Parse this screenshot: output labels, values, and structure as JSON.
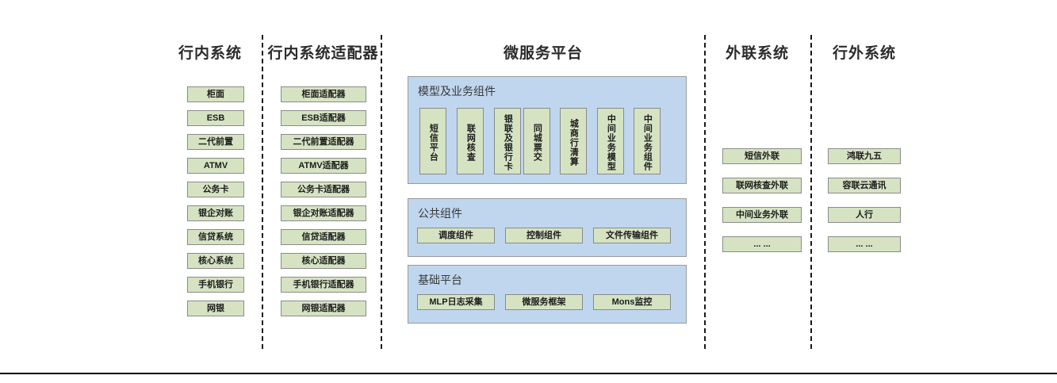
{
  "columns": {
    "internal_systems": {
      "title": "行内系统",
      "items": [
        "柜面",
        "ESB",
        "二代前置",
        "ATMV",
        "公务卡",
        "银企对账",
        "信贷系统",
        "核心系统",
        "手机银行",
        "网银"
      ]
    },
    "internal_adapters": {
      "title": "行内系统适配器",
      "items": [
        "柜面适配器",
        "ESB适配器",
        "二代前置适配器",
        "ATMV适配器",
        "公务卡适配器",
        "银企对账适配器",
        "信贷适配器",
        "核心适配器",
        "手机银行适配器",
        "网银适配器"
      ]
    },
    "microservice_platform": {
      "title": "微服务平台",
      "panels": [
        {
          "title": "模型及业务组件",
          "orientation": "vertical",
          "items": [
            "短信平台",
            "联网核查",
            "银联及银行卡",
            "同城票交",
            "城商行清算",
            "中间业务模型",
            "中间业务组件"
          ]
        },
        {
          "title": "公共组件",
          "orientation": "horizontal",
          "items": [
            "调度组件",
            "控制组件",
            "文件传输组件"
          ]
        },
        {
          "title": "基础平台",
          "orientation": "horizontal",
          "items": [
            "MLP日志采集",
            "微服务框架",
            "Mons监控"
          ]
        }
      ]
    },
    "external_link_systems": {
      "title": "外联系统",
      "items": [
        "短信外联",
        "联网核查外联",
        "中间业务外联",
        "... ..."
      ]
    },
    "outside_bank_systems": {
      "title": "行外系统",
      "items": [
        "鸿联九五",
        "容联云通讯",
        "人行",
        "... ..."
      ]
    }
  },
  "colors": {
    "node_fill": "#d6e3c3",
    "node_border": "#8a8a8a",
    "panel_fill": "#bfd6ee",
    "panel_border": "#9a9a9a",
    "divider": "#1a1a1a",
    "title_text": "#2b2b2b"
  }
}
